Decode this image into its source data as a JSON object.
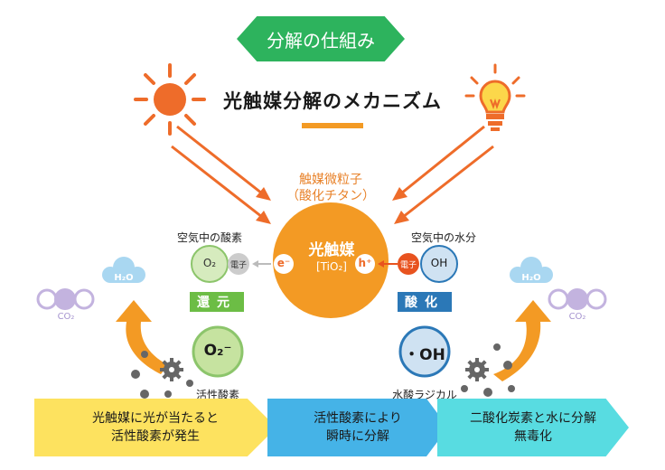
{
  "badge": {
    "label": "分解の仕組み"
  },
  "heading": {
    "title": "光触媒分解のメカニズム"
  },
  "catalyst": {
    "caption_line1": "触媒微粒子",
    "caption_line2": "（酸化チタン）",
    "name": "光触媒",
    "formula": "[TiO₂]",
    "electron_symbol": "e⁻",
    "hole_symbol": "h⁺"
  },
  "left": {
    "air_label": "空気中の酸素",
    "oxygen_symbol": "O₂",
    "electron_chip": "電子",
    "process_chip": "還元",
    "radical_symbol": "O₂⁻",
    "radical_label": "活性酸素",
    "water_label": "H₂O",
    "co2_label": "CO₂"
  },
  "right": {
    "air_label": "空気中の水分",
    "hydroxide_symbol": "OH",
    "electron_chip": "電子",
    "process_chip": "酸化",
    "radical_symbol": "・OH",
    "radical_label": "水酸ラジカル",
    "water_label": "H₂O",
    "co2_label": "CO₂"
  },
  "steps": [
    {
      "line1": "光触媒に光が当たると",
      "line2": "活性酸素が発生"
    },
    {
      "line1": "活性酸素により",
      "line2": "瞬時に分解"
    },
    {
      "line1": "二酸化炭素と水に分解",
      "line2": "無毒化"
    }
  ],
  "colors": {
    "green": "#2db35d",
    "orange": "#f39a24",
    "arrow_orange": "#ee6c2a",
    "light_green": "#c6e3a0",
    "chip_green": "#6cbd45",
    "chip_blue": "#2b78b7",
    "light_blue": "#cfe2f2",
    "cloud_blue": "#a9d7f1",
    "purple": "#c3b3df",
    "yellow": "#fcd74a",
    "bar_yellow": "#fde25f",
    "bar_blue": "#45b3e7",
    "bar_cyan": "#58dce1"
  },
  "icons": [
    "sun-icon",
    "lightbulb-icon",
    "gear-icon",
    "cloud-icon",
    "molecule-icon",
    "arrow-icon"
  ]
}
